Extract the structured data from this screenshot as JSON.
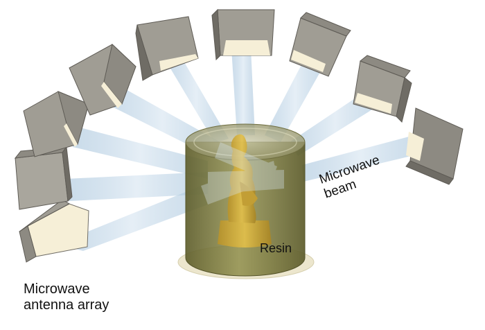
{
  "labels": {
    "antenna_line1": "Microwave",
    "antenna_line2": "antenna array",
    "beam_line1": "Microwave",
    "beam_line2": "beam",
    "resin": "Resin"
  },
  "colors": {
    "horn_top": "#8d8a82",
    "horn_side": "#a09d94",
    "horn_dark": "#6f6c65",
    "horn_inner": "#f7f0d8",
    "beam": "#b9d2e6",
    "cylinder": "#7b7a3a",
    "sculpture": "#d8b23a",
    "shadow": "#e9e3c9"
  }
}
